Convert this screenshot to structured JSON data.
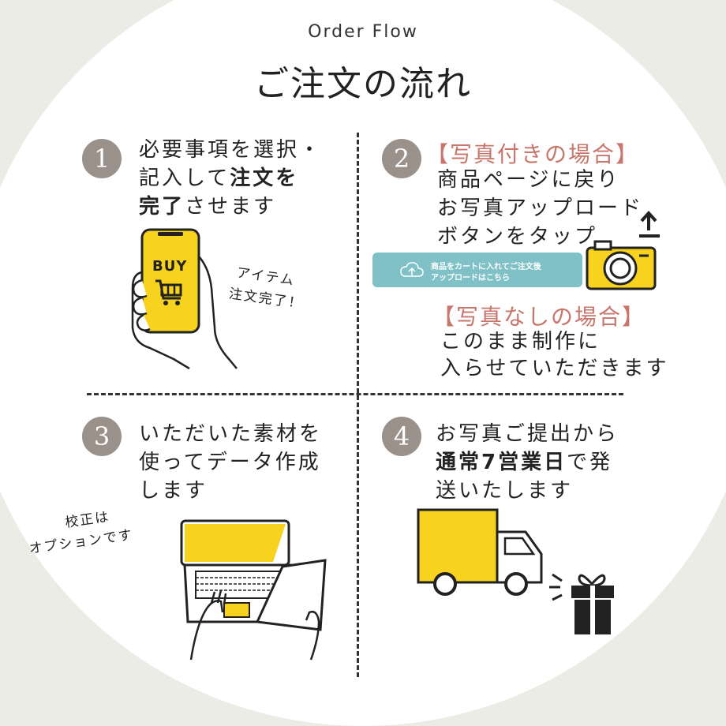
{
  "header": {
    "subtitle": "Order Flow",
    "title": "ご注文の流れ"
  },
  "steps": [
    {
      "num": "1",
      "lines": [
        "必要事項を選択・",
        "記入して",
        "注文を",
        "完了",
        "させます"
      ]
    },
    {
      "num": "2",
      "with_photo_title": "【写真付きの場合】",
      "with_photo_lines": [
        "商品ページに戻り",
        "お写真アップロード",
        "ボタンをタップ"
      ],
      "upload_button": {
        "line1": "商品をカートに入れてご注文後",
        "line2": "アップロードはこちら"
      },
      "no_photo_title": "【写真なしの場合】",
      "no_photo_lines": [
        "このまま制作に",
        "入らせていただきます"
      ]
    },
    {
      "num": "3",
      "lines": [
        "いただいた素材を",
        "使ってデータ作成",
        "します"
      ]
    },
    {
      "num": "4",
      "lines": [
        "お写真ご提出から",
        "通常7営業日",
        "で発",
        "送いたします"
      ]
    }
  ],
  "annotations": {
    "item_line1": "アイテム",
    "item_line2": "注文完了！",
    "proof_line1": "校正は",
    "proof_line2": "オプションです"
  },
  "phone": {
    "label": "BUY"
  },
  "colors": {
    "accent_yellow": "#f7d21f",
    "badge_gray": "#9a918a",
    "accent_red": "#c8756c",
    "button_teal": "#7fc1c7"
  },
  "icons": [
    "shopping-cart-icon",
    "upload-arrow-icon",
    "camera-icon",
    "cloud-upload-icon",
    "laptop-icon",
    "truck-icon",
    "gift-icon"
  ]
}
